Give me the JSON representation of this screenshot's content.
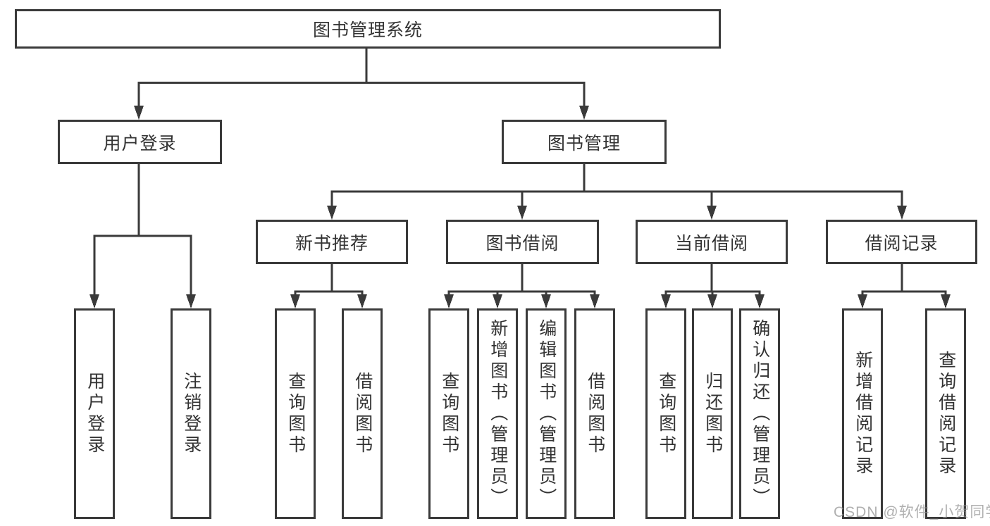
{
  "diagram": {
    "title": "图书管理系统",
    "tree": {
      "label": "图书管理系统",
      "children": [
        {
          "label": "用户登录",
          "children": [
            {
              "label": "用户登录"
            },
            {
              "label": "注销登录"
            }
          ]
        },
        {
          "label": "图书管理",
          "children": [
            {
              "label": "新书推荐",
              "children": [
                {
                  "label": "查询图书"
                },
                {
                  "label": "借阅图书"
                }
              ]
            },
            {
              "label": "图书借阅",
              "children": [
                {
                  "label": "查询图书"
                },
                {
                  "label": "新增图书（管理员）"
                },
                {
                  "label": "编辑图书（管理员）"
                },
                {
                  "label": "借阅图书"
                }
              ]
            },
            {
              "label": "当前借阅",
              "children": [
                {
                  "label": "查询图书"
                },
                {
                  "label": "归还图书"
                },
                {
                  "label": "确认归还（管理员）"
                }
              ]
            },
            {
              "label": "借阅记录",
              "children": [
                {
                  "label": "新增借阅记录"
                },
                {
                  "label": "查询借阅记录"
                }
              ]
            }
          ]
        }
      ]
    }
  },
  "watermark": {
    "text": "CSDN @软件_小贺同学"
  },
  "colors": {
    "line": "#3a3a3a",
    "box_border": "#3a3a3a",
    "box_fill": "#ffffff",
    "text": "#333333",
    "background": "#ffffff",
    "watermark": "#919191"
  }
}
